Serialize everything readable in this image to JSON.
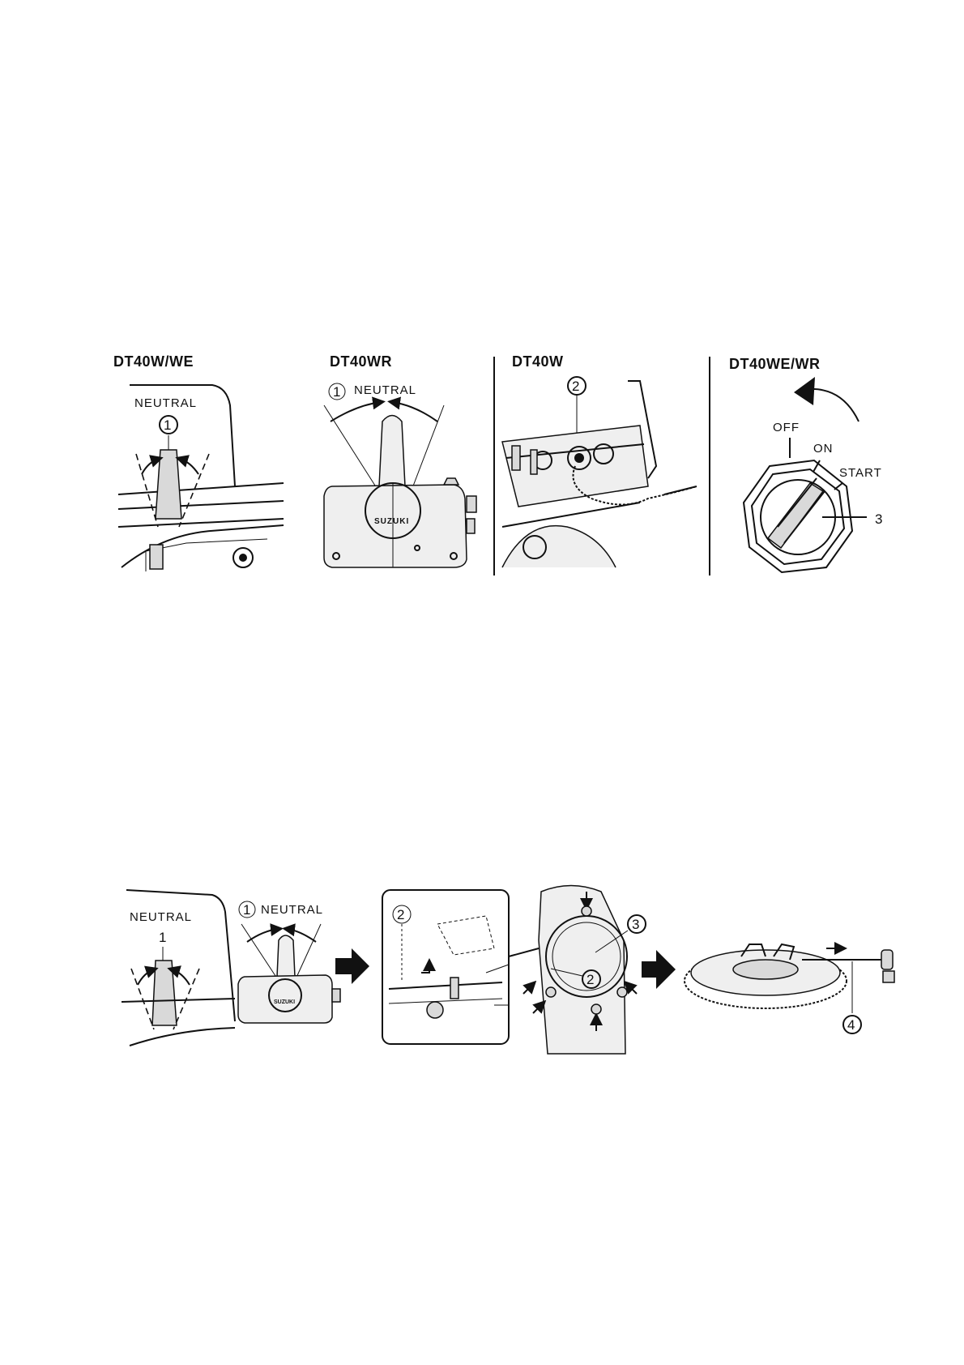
{
  "top_row": {
    "panel1": {
      "title": "DT40W/WE",
      "label": "NEUTRAL",
      "callout": "1"
    },
    "panel2": {
      "title": "DT40WR",
      "callout": "1",
      "label": "NEUTRAL",
      "brand": "SUZUKI"
    },
    "panel3": {
      "title": "DT40W",
      "callout": "2"
    },
    "panel4": {
      "title": "DT40WE/WR",
      "off": "OFF",
      "on": "ON",
      "start": "START",
      "callout": "3"
    }
  },
  "bottom_row": {
    "tiller": {
      "label": "NEUTRAL",
      "callout": "1"
    },
    "remote": {
      "callout": "1",
      "label": "NEUTRAL",
      "brand": "SUZUKI"
    },
    "detail": {
      "callout": "2"
    },
    "cover": {
      "callout_a": "3",
      "callout_b": "2"
    },
    "flywheel": {
      "callout": "4"
    }
  }
}
